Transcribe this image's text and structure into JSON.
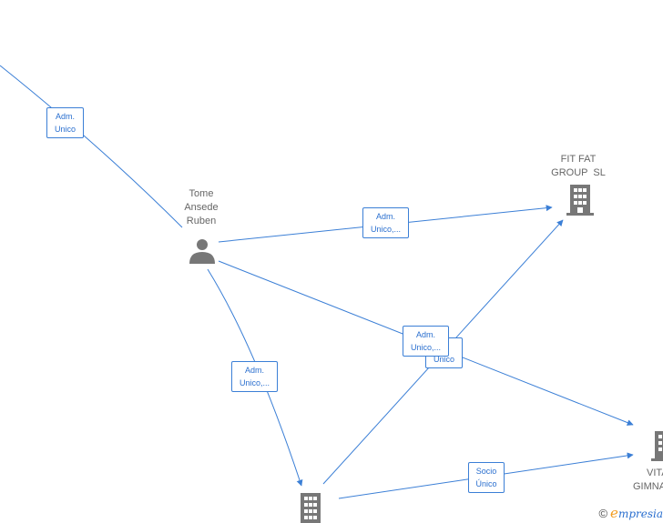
{
  "nodes": {
    "person": {
      "lines": [
        "Tome",
        "Ansede",
        "Ruben"
      ],
      "icon": "person-icon"
    },
    "fitfat": {
      "lines": [
        "FIT FAT",
        "GROUP  SL"
      ],
      "icon": "building-icon"
    },
    "vita": {
      "lines": [
        "VITA",
        "GIMNA"
      ],
      "icon": "building-icon"
    },
    "bottom": {
      "icon": "building-icon"
    }
  },
  "edge_labels": {
    "top_left": [
      "Adm.",
      "Unico"
    ],
    "person_fitfat": [
      "Adm.",
      "Unico,..."
    ],
    "person_bottom": [
      "Adm.",
      "Unico,..."
    ],
    "person_vita": [
      "Adm.",
      "Unico,..."
    ],
    "bottom_fitfat_back": [
      "",
      "Unico"
    ],
    "bottom_vita": [
      "Socio",
      "Único"
    ]
  },
  "watermark": {
    "copyright": "©",
    "brand_e": "e",
    "brand_rest": "mpresia"
  },
  "colors": {
    "edge": "#3b7fd6",
    "icon": "#777777",
    "label_text": "#666666"
  }
}
